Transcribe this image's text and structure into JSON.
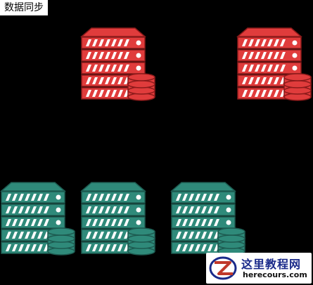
{
  "sync_label": "数据同步",
  "colors": {
    "red": "#e03c3c",
    "red_dark": "#8b1a1a",
    "teal": "#2f8a7a",
    "teal_dark": "#1d5a50",
    "stripe": "#ffffff",
    "background": "#000000"
  },
  "servers": [
    {
      "id": "red-server-1",
      "group": "top",
      "color": "red"
    },
    {
      "id": "red-server-2",
      "group": "top",
      "color": "red"
    },
    {
      "id": "teal-server-1",
      "group": "bottom",
      "color": "teal"
    },
    {
      "id": "teal-server-2",
      "group": "bottom",
      "color": "teal"
    },
    {
      "id": "teal-server-3",
      "group": "bottom",
      "color": "teal"
    }
  ],
  "watermark": {
    "name": "这里教程网",
    "url": "herecours.com",
    "logo_icon": "z-logo-icon"
  }
}
